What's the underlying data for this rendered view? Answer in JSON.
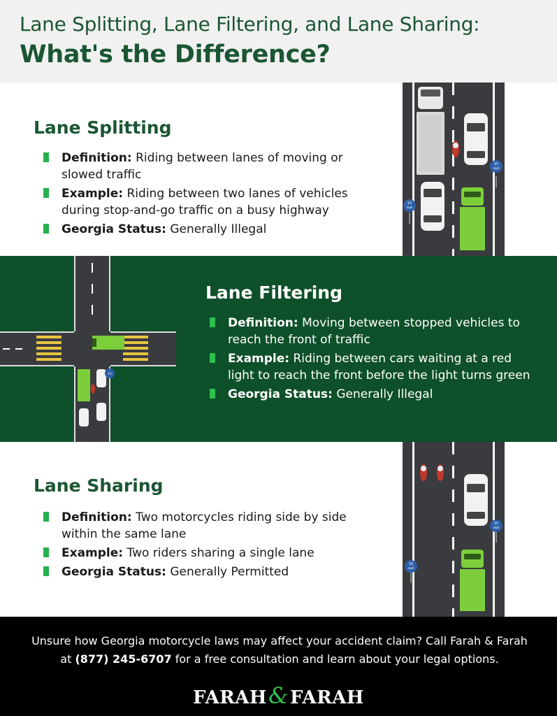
{
  "header": {
    "title_line1": "Lane Splitting, Lane Filtering, and Lane Sharing:",
    "title_line2": "What's the Difference?"
  },
  "sections": [
    {
      "title": "Lane Splitting",
      "items": [
        {
          "label": "Definition:",
          "text": "Riding between lanes of moving or slowed traffic"
        },
        {
          "label": "Example:",
          "text": "Riding between two lanes of vehicles during stop-and-go traffic on a busy highway"
        },
        {
          "label": "Georgia Status:",
          "text": "Generally Illegal"
        }
      ]
    },
    {
      "title": "Lane Filtering",
      "items": [
        {
          "label": "Definition:",
          "text": "Moving between stopped vehicles to reach the front of traffic"
        },
        {
          "label": "Example:",
          "text": "Riding between cars waiting at a red light to reach the front before the light turns green"
        },
        {
          "label": "Georgia Status:",
          "text": "Generally Illegal"
        }
      ]
    },
    {
      "title": "Lane Sharing",
      "items": [
        {
          "label": "Definition:",
          "text": "Two motorcycles riding side by side within the same lane"
        },
        {
          "label": "Example:",
          "text": "Two riders sharing a single lane"
        },
        {
          "label": "Georgia Status:",
          "text": "Generally Permitted"
        }
      ]
    }
  ],
  "speed_sign": {
    "number": "15",
    "unit": "mph"
  },
  "footer": {
    "cta_before": "Unsure how Georgia motorcycle laws may affect your accident claim? Call Farah & Farah at ",
    "phone": "(877) 245-6707",
    "cta_after": " for a free consultation and learn about your legal options.",
    "logo_left": "FARAH",
    "logo_amp": "&",
    "logo_right": "FARAH"
  },
  "colors": {
    "brand_green": "#1b5632",
    "band_green": "#0e5029",
    "bullet_green": "#27b04b",
    "road": "#3a3b3f",
    "truck_green": "#7ccf3a"
  }
}
